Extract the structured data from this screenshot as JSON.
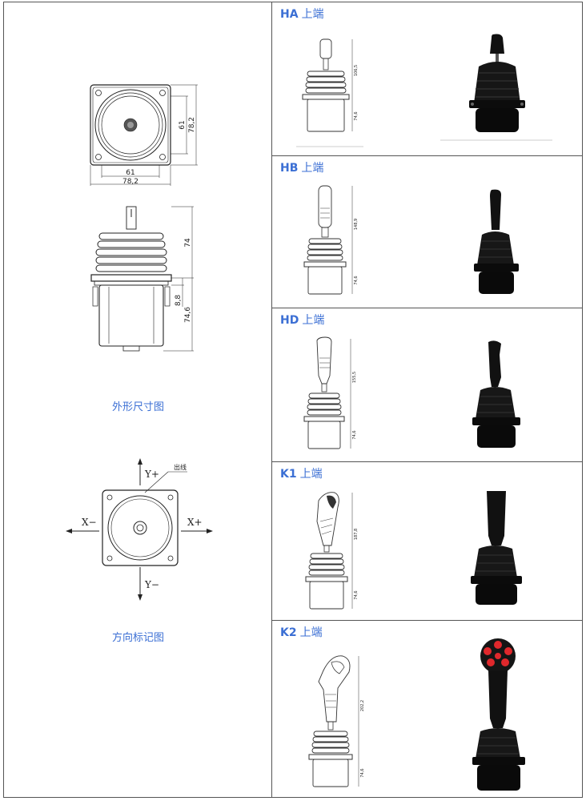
{
  "left_panel": {
    "dimension_labels": {
      "inner_width": "61",
      "outer_width": "78,2",
      "inner_height": "61",
      "outer_height": "78,2",
      "above_height": "74",
      "flange": "8,8",
      "body_height": "74,6"
    },
    "outline_caption": "外形尺寸图",
    "direction": {
      "cable_label": "出线",
      "y_plus": "Y+",
      "y_minus": "Y−",
      "x_plus": "X+",
      "x_minus": "X−",
      "caption": "方向标记图"
    }
  },
  "rows": [
    {
      "code": "HA",
      "label": "上端",
      "top_dim": "106,5",
      "bottom_dim": "74,6"
    },
    {
      "code": "HB",
      "label": "上端",
      "top_dim": "148,9",
      "bottom_dim": "74,6"
    },
    {
      "code": "HD",
      "label": "上端",
      "top_dim": "155,5",
      "bottom_dim": "74,6"
    },
    {
      "code": "K1",
      "label": "上端",
      "top_dim": "187,8",
      "bottom_dim": "74,6"
    },
    {
      "code": "K2",
      "label": "上端",
      "top_dim": "202,2",
      "bottom_dim": "74,6"
    }
  ],
  "colors": {
    "accent": "#3b6fd4",
    "button_red": "#e0282c"
  }
}
